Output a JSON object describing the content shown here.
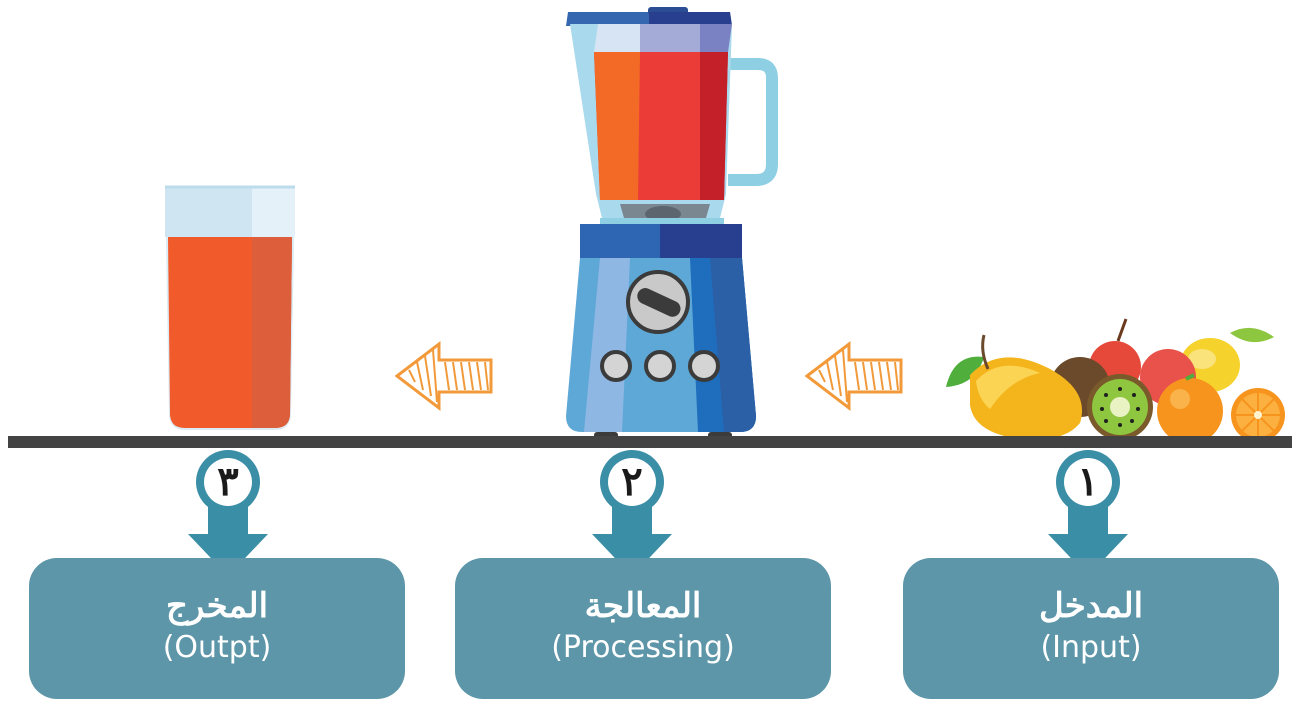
{
  "stages": [
    {
      "number": "١",
      "title": "المدخل",
      "subtitle": "(Input)",
      "icon": "fruits-icon"
    },
    {
      "number": "٢",
      "title": "المعالجة",
      "subtitle": "(Processing)",
      "icon": "blender-icon"
    },
    {
      "number": "٣",
      "title": "المخرج",
      "subtitle": "(Outpt)",
      "icon": "juice-glass-icon"
    }
  ],
  "colors": {
    "box": "#5d96a8",
    "badge": "#3a8ea6",
    "arrow": "#f29a3a",
    "shelf": "#434343",
    "juice": "#f15a2b"
  }
}
